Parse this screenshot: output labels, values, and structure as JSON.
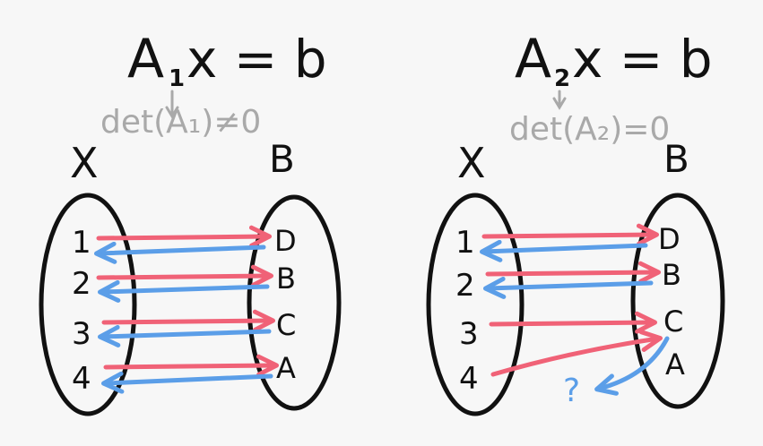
{
  "colors": {
    "background": "#f7f7f7",
    "ink": "#111111",
    "forward": "#f06277",
    "backward": "#5b9ee8",
    "annotation": "#a9a9a9"
  },
  "left": {
    "eq": {
      "A": "A",
      "sub": "1",
      "rest": "x = b"
    },
    "det": "det(A₁)≠0",
    "domain_label": "X",
    "codomain_label": "B",
    "domain_items": [
      "1",
      "2",
      "3",
      "4"
    ],
    "codomain_items": [
      "D",
      "B",
      "C",
      "A"
    ]
  },
  "right": {
    "eq": {
      "A": "A",
      "sub": "2",
      "rest": "x = b"
    },
    "det": "det(A₂)=0",
    "domain_label": "X",
    "codomain_label": "B",
    "domain_items": [
      "1",
      "2",
      "3",
      "4"
    ],
    "codomain_items": [
      "D",
      "B",
      "C",
      "A"
    ],
    "question": "?"
  }
}
